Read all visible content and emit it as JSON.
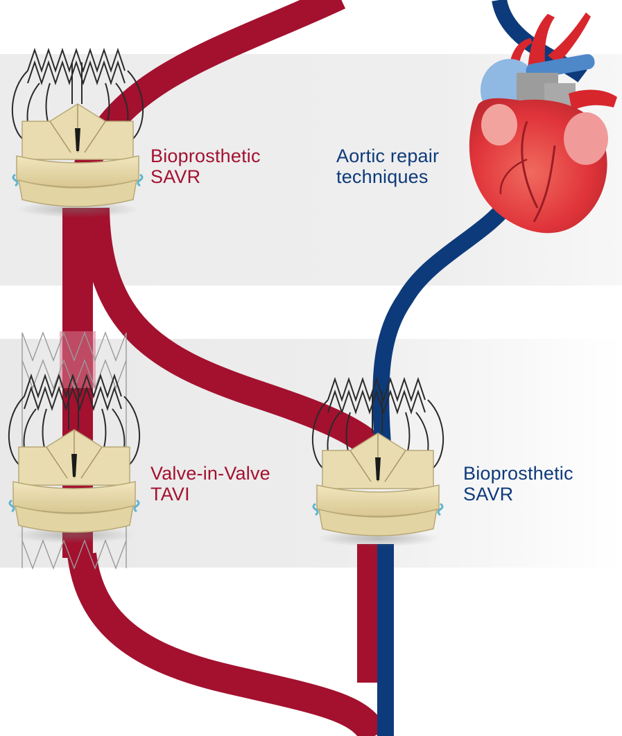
{
  "labels": {
    "bioprosthetic_savr_top": [
      "Bioprosthetic",
      "SAVR"
    ],
    "aortic_repair": [
      "Aortic repair",
      "techniques"
    ],
    "valve_in_valve": [
      "Valve-in-Valve",
      "TAVI"
    ],
    "bioprosthetic_savr_mid": [
      "Bioprosthetic",
      "SAVR"
    ]
  },
  "colors": {
    "red_path": "#a3112f",
    "blue_path": "#0d3a7a",
    "band": "#ececec",
    "valve_ring": "#e9dcb0",
    "suture": "#5fb5cf",
    "heart": "#e0343a"
  },
  "icons": [
    "surgical-valve-icon",
    "tavi-stent-icon",
    "heart-icon"
  ]
}
